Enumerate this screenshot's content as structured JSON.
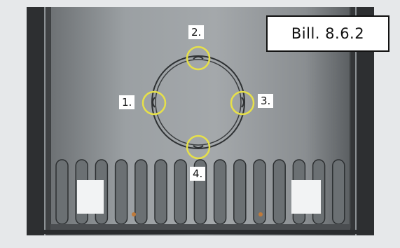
{
  "figure_label": "Bill. 8.6.2",
  "callouts": [
    {
      "id": "1",
      "label": "1."
    },
    {
      "id": "2",
      "label": "2."
    },
    {
      "id": "3",
      "label": "3."
    },
    {
      "id": "4",
      "label": "4."
    }
  ],
  "colors": {
    "panel_light": "#9ea2a5",
    "panel_dark": "#5f6366",
    "frame": "#2a2c2e",
    "ring": "#2e3133",
    "callout_circle": "#e6e04a",
    "label_bg": "#ffffff",
    "vent_slot": "#6b7073"
  }
}
